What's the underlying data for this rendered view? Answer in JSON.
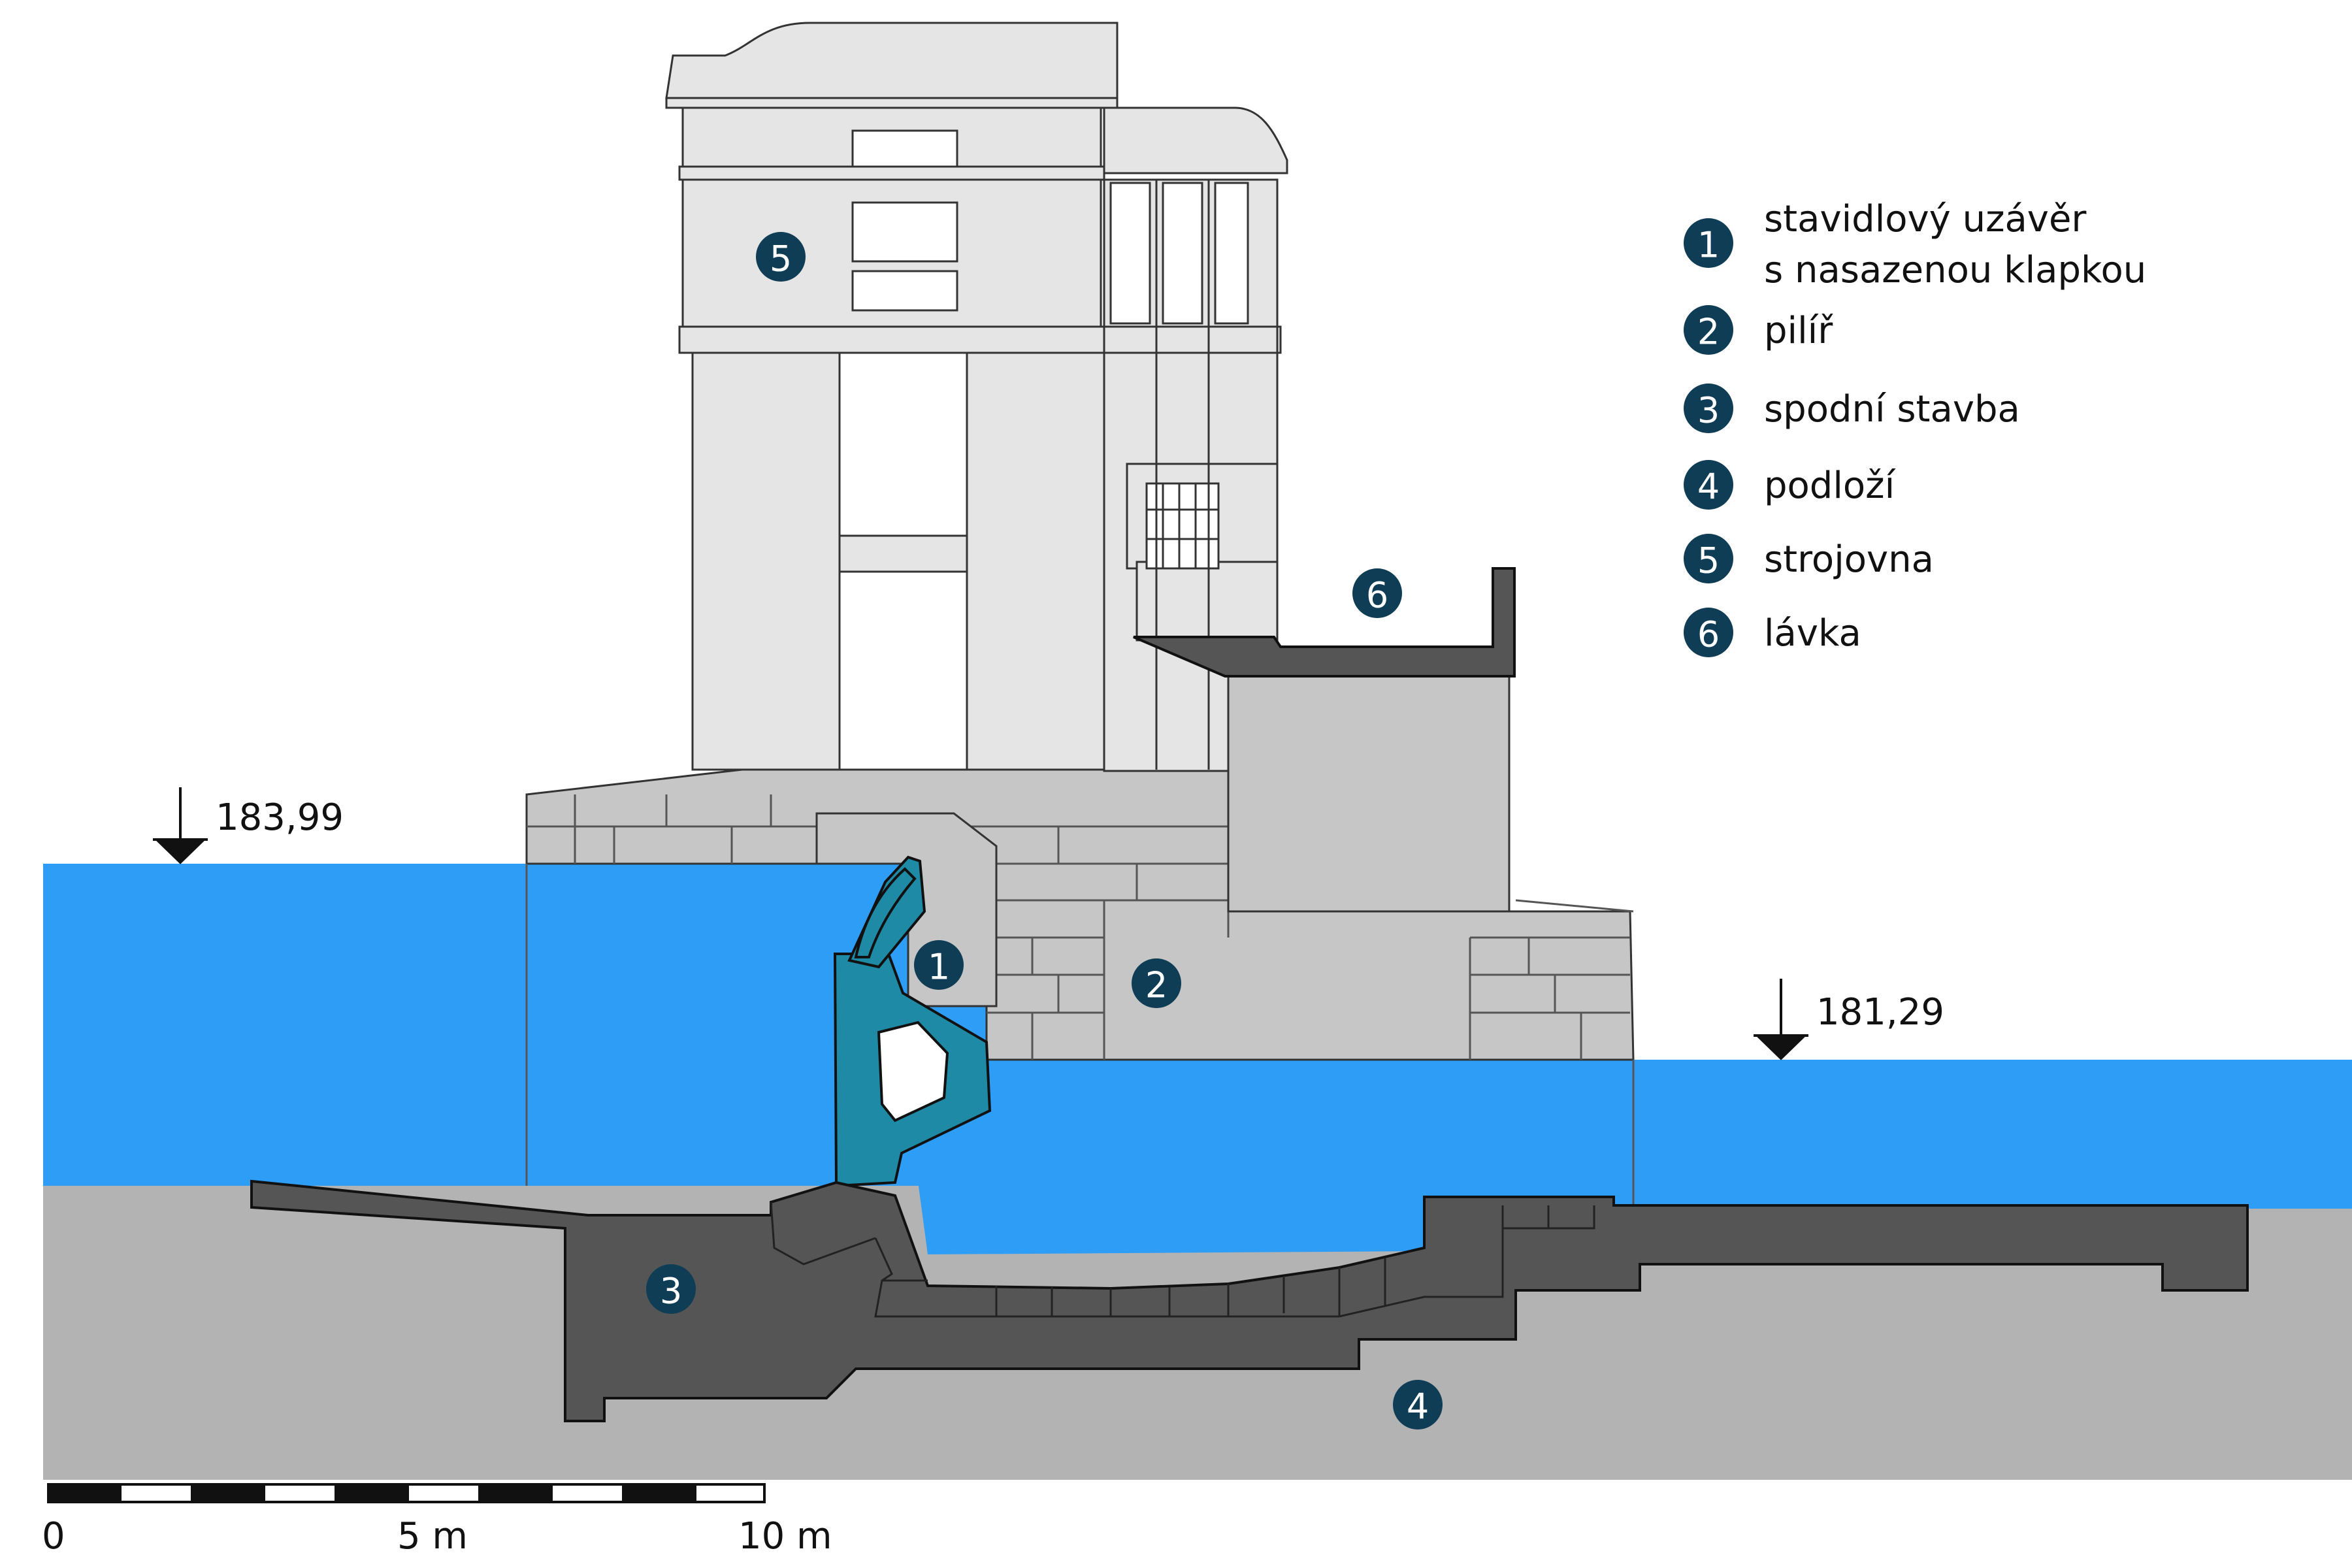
{
  "colors": {
    "water": "#2e9df6",
    "ground": "#b3b3b3",
    "concrete": "#555555",
    "masonry": "#c6c6c6",
    "building": "#e5e5e5",
    "gate": "#1f8aa6",
    "badge": "#0f3d56"
  },
  "legend": [
    {
      "num": "1",
      "line1": "stavidlový uzávěr",
      "line2": "s nasazenou klapkou"
    },
    {
      "num": "2",
      "line1": "pilíř"
    },
    {
      "num": "3",
      "line1": "spodní stavba"
    },
    {
      "num": "4",
      "line1": "podloží"
    },
    {
      "num": "5",
      "line1": "strojovna"
    },
    {
      "num": "6",
      "line1": "lávka"
    }
  ],
  "markers": {
    "m1": "1",
    "m2": "2",
    "m3": "3",
    "m4": "4",
    "m5": "5",
    "m6": "6"
  },
  "levels": {
    "upstream": "183,99",
    "downstream": "181,29"
  },
  "scale": {
    "label_0": "0",
    "label_5": "5 m",
    "label_10": "10 m"
  }
}
